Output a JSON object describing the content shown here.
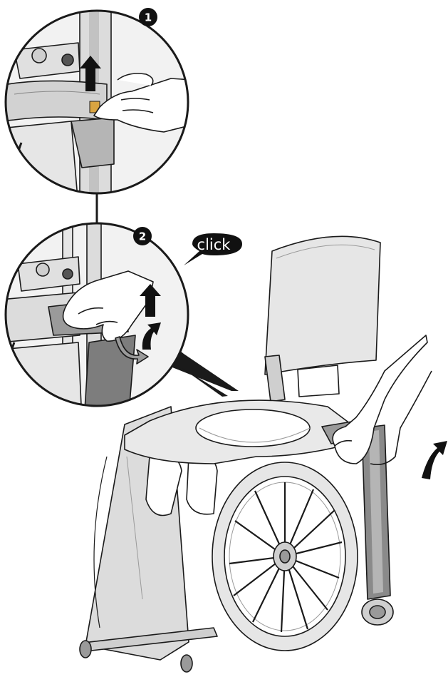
{
  "steps": [
    {
      "number": "1"
    },
    {
      "number": "2"
    }
  ],
  "callout": {
    "text": "click"
  },
  "colors": {
    "frame_fill": "#e3e3e3",
    "frame_shadow": "#b9b9b9",
    "dark_part": "#7d7d7d",
    "outline": "#1a1a1a",
    "badge": "#111111",
    "latch_accent": "#d9a441"
  },
  "icons": [
    "up-arrow-icon",
    "rotate-arrow-icon",
    "click-callout-icon"
  ]
}
